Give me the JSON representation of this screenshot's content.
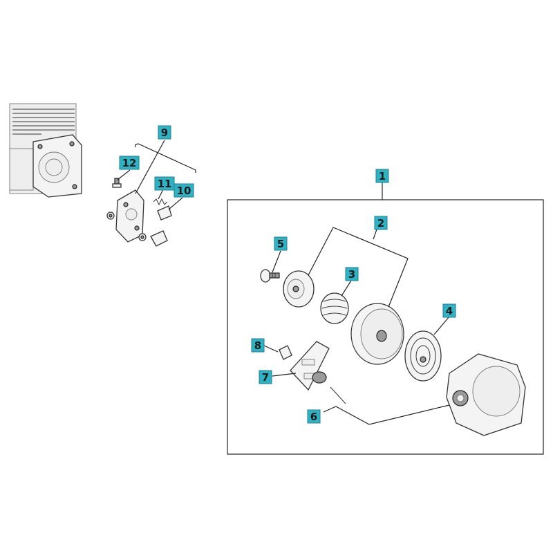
{
  "callouts": {
    "c1": "1",
    "c2": "2",
    "c3": "3",
    "c4": "4",
    "c5": "5",
    "c6": "6",
    "c7": "7",
    "c8": "8",
    "c9": "9",
    "c10": "10",
    "c11": "11",
    "c12": "12"
  },
  "colors": {
    "callout_fill": "#2fb3c4",
    "line": "#222222",
    "background": "#ffffff"
  }
}
